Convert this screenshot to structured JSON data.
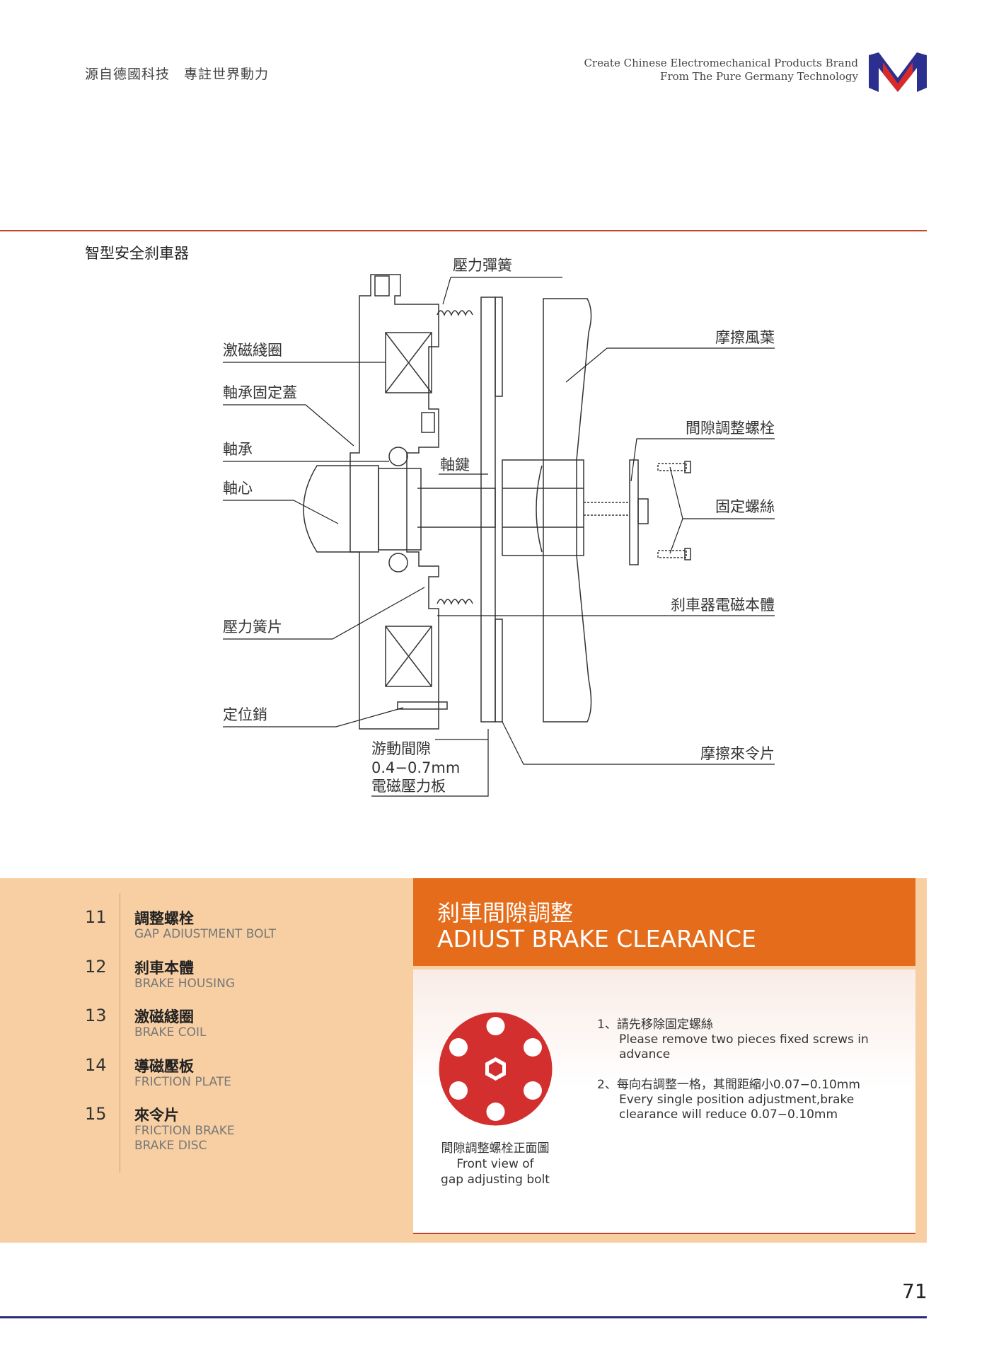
{
  "header": {
    "tagline": "源自德國科技　專註世界動力",
    "brand_line1": "Create Chinese Electromechanical Products Brand",
    "brand_line2": "From The Pure Germany Technology"
  },
  "section_title": "智型安全刹車器",
  "diagram": {
    "labels": {
      "pressure_spring": "壓力彈簧",
      "excitation_coil": "激磁綫圈",
      "bearing_cover": "軸承固定蓋",
      "bearing": "軸承",
      "shaft": "軸心",
      "shaft_key": "軸鍵",
      "friction_fan": "摩擦風葉",
      "gap_adjust_bolt": "間隙調整螺栓",
      "fixing_screw": "固定螺絲",
      "brake_body": "刹車器電磁本體",
      "pressure_reed": "壓力簧片",
      "locating_pin": "定位銷",
      "free_gap": "游動間隙",
      "gap_value": "0.4−0.7mm",
      "em_pressure_plate": "電磁壓力板",
      "friction_disc": "摩擦來令片"
    }
  },
  "parts": [
    {
      "num": "11",
      "zh": "調整螺栓",
      "en": "GAP ADIUSTMENT BOLT"
    },
    {
      "num": "12",
      "zh": "刹車本體",
      "en": "BRAKE HOUSING"
    },
    {
      "num": "13",
      "zh": "激磁綫圈",
      "en": "BRAKE COIL"
    },
    {
      "num": "14",
      "zh": "導磁壓板",
      "en": "FRICTION PLATE"
    },
    {
      "num": "15",
      "zh": "來令片",
      "en": "FRICTION BRAKE\nBRAKE DISC"
    }
  ],
  "adjust": {
    "title_zh": "刹車間隙調整",
    "title_en": "ADIUST BRAKE CLEARANCE",
    "caption_zh": "間隙調整螺栓正面圖",
    "caption_en1": "Front view of",
    "caption_en2": "gap adjusting bolt",
    "steps": [
      {
        "zh": "1、請先移除固定螺絲",
        "en": "Please remove two pieces fixed screws in advance"
      },
      {
        "zh": "2、每向右調整一格，其間距縮小0.07−0.10mm",
        "en": "Every single position adjustment,brake cIearance will reduce 0.07−0.10mm"
      }
    ]
  },
  "page_number": "71",
  "colors": {
    "accent_red": "#c4452b",
    "orange": "#e46c1a",
    "peach": "#f7cfa3",
    "bolt_red": "#d32f2f",
    "navy": "#2a2a7a"
  }
}
